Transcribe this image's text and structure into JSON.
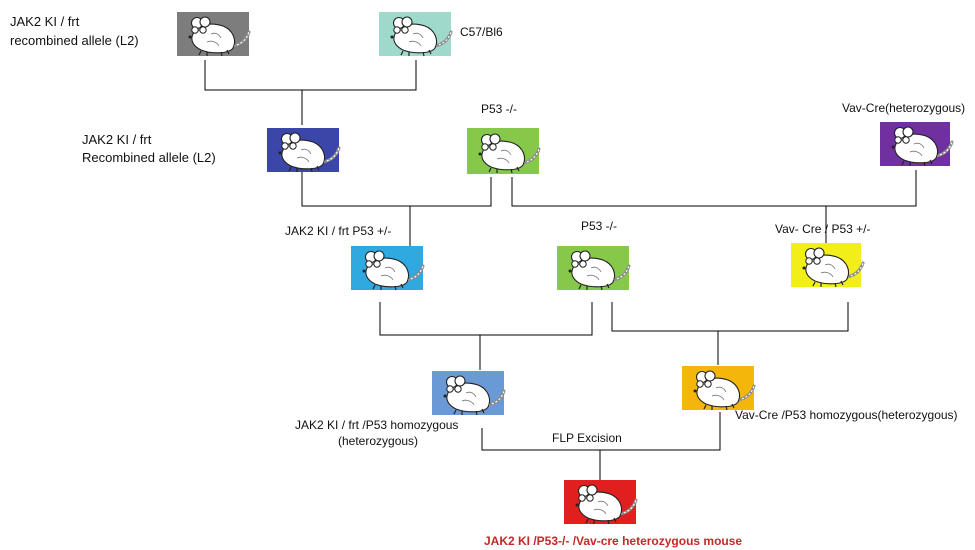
{
  "colors": {
    "gray": "#7d7d7d",
    "mint": "#9ed9cc",
    "navy": "#3a46a8",
    "green": "#86c94a",
    "purple": "#7030a0",
    "cyan": "#2fa9e0",
    "yellow": "#f2ee1a",
    "steel": "#6a9ad6",
    "orange": "#f5b60c",
    "red": "#e11f1f"
  },
  "mice": [
    {
      "id": "jak2-frt-parent",
      "color": "gray"
    },
    {
      "id": "c57",
      "color": "mint"
    },
    {
      "id": "jak2-l2-gen1",
      "color": "navy"
    },
    {
      "id": "p53-ko-gen1",
      "color": "green"
    },
    {
      "id": "vav-cre-gen1",
      "color": "purple"
    },
    {
      "id": "jak2-p53-het",
      "color": "cyan"
    },
    {
      "id": "p53-ko-gen2",
      "color": "green"
    },
    {
      "id": "vav-cre-p53-het",
      "color": "yellow"
    },
    {
      "id": "jak2-p53-hom",
      "color": "steel"
    },
    {
      "id": "vav-cre-p53-hom",
      "color": "orange"
    },
    {
      "id": "final-mouse",
      "color": "red"
    }
  ],
  "labels": {
    "jak2_frt_l1": "JAK2 KI / frt",
    "jak2_frt_l2": "recombined allele (L2)",
    "c57": "C57/Bl6",
    "jak2_recomb_l1": "JAK2 KI / frt",
    "jak2_recomb_l2": "Recombined allele (L2)",
    "p53_ko_top": "P53 -/-",
    "vav_cre": "Vav-Cre(heterozygous)",
    "jak2_p53_het": "JAK2 KI / frt  P53 +/-",
    "p53_ko_mid": "P53 -/-",
    "vav_cre_p53_het": "Vav- Cre / P53 +/-",
    "jak2_p53_hom_l1": "JAK2 KI / frt /P53 homozygous",
    "jak2_p53_hom_l2": "(heterozygous)",
    "vav_cre_p53_hom": "Vav-Cre /P53 homozygous(heterozygous)",
    "flp": "FLP Excision",
    "final": "JAK2 KI /P53-/- /Vav-cre heterozygous mouse"
  }
}
